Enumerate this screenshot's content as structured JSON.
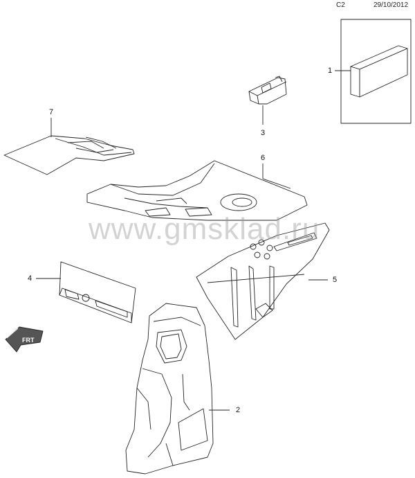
{
  "header": {
    "code": "C2",
    "date": "29/10/2012"
  },
  "watermark": "www.gmsklad.ru",
  "callouts": [
    {
      "id": "1",
      "label": "1"
    },
    {
      "id": "2",
      "label": "2"
    },
    {
      "id": "3",
      "label": "3"
    },
    {
      "id": "4",
      "label": "4"
    },
    {
      "id": "5",
      "label": "5"
    },
    {
      "id": "6",
      "label": "6"
    },
    {
      "id": "7",
      "label": "7"
    }
  ],
  "front_marker": "FRT",
  "colors": {
    "line": "#222222",
    "fill": "#ffffff",
    "watermark": "#969696"
  }
}
